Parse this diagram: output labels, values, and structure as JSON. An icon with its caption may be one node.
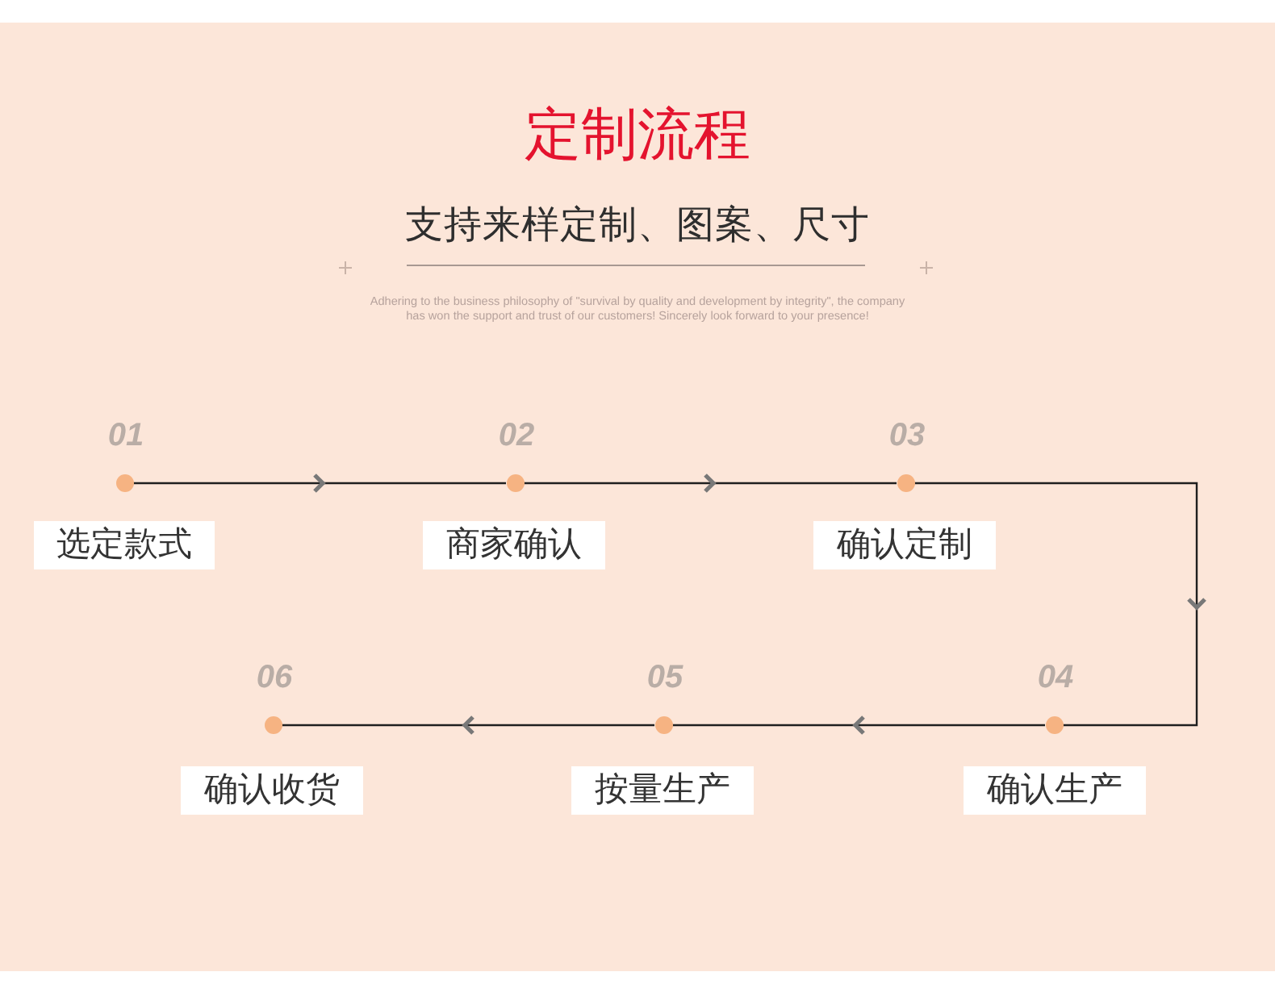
{
  "diagram": {
    "title": "定制流程",
    "nodes": [
      {
        "text": [],
        "shape": "circle",
        "beside": [
          "01"
        ]
      },
      {
        "text": [
          "选定款式"
        ]
      },
      {
        "text": [],
        "shape": "circle",
        "beside": [
          "02"
        ]
      },
      {
        "text": [
          "商家确认"
        ]
      },
      {
        "text": [],
        "shape": "circle",
        "beside": [
          "03"
        ]
      },
      {
        "text": [
          "确认定制"
        ]
      },
      {
        "text": [],
        "shape": "circle",
        "beside": [
          "04"
        ]
      },
      {
        "text": [
          "确认生产"
        ]
      },
      {
        "text": [],
        "shape": "circle",
        "beside": [
          "05"
        ]
      },
      {
        "text": [
          "按量生产"
        ]
      },
      {
        "text": [],
        "shape": "circle",
        "beside": [
          "06"
        ]
      },
      {
        "text": [
          "确认收货"
        ]
      }
    ],
    "edges": [
      {
        "from": 0,
        "to": 2,
        "arrow": "to"
      },
      {
        "from": 2,
        "to": 4,
        "arrow": "to"
      },
      {
        "from": 4,
        "to": 6,
        "arrow": "to"
      },
      {
        "from": 6,
        "to": 8,
        "arrow": "to"
      },
      {
        "from": 8,
        "to": 10,
        "arrow": "to"
      }
    ],
    "labels": [
      "支持来样定制、图案、尺寸",
      "Adhering to the business philosophy of \"survival by quality and development by integrity\", the company has won the support and trust of our customers! Sincerely look forward to your presence!"
    ]
  }
}
